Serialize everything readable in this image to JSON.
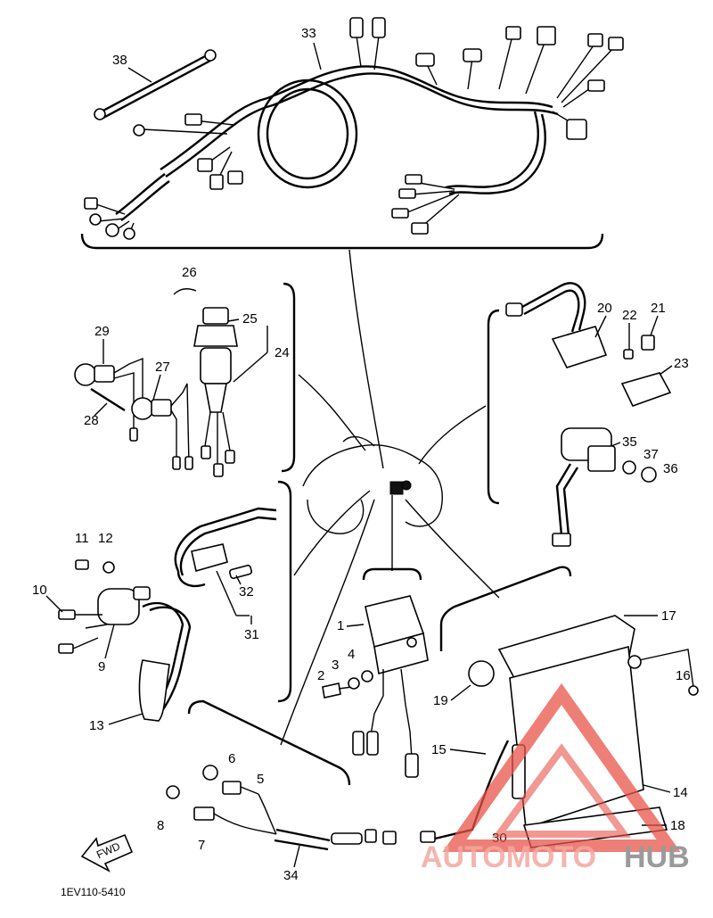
{
  "diagram": {
    "code": "1EV110-5410",
    "fwd_label": "FWD",
    "callouts": [
      "1",
      "2",
      "3",
      "4",
      "5",
      "6",
      "7",
      "8",
      "9",
      "10",
      "11",
      "12",
      "13",
      "14",
      "15",
      "16",
      "17",
      "18",
      "19",
      "20",
      "21",
      "22",
      "23",
      "24",
      "25",
      "26",
      "27",
      "28",
      "29",
      "30",
      "31",
      "32",
      "33",
      "34",
      "35",
      "36",
      "37",
      "38"
    ]
  },
  "watermark": {
    "part1": "AUTOMOTO",
    "part2": "HUB",
    "color_red": "#e8544a",
    "color_gray": "#8c8c8c"
  }
}
